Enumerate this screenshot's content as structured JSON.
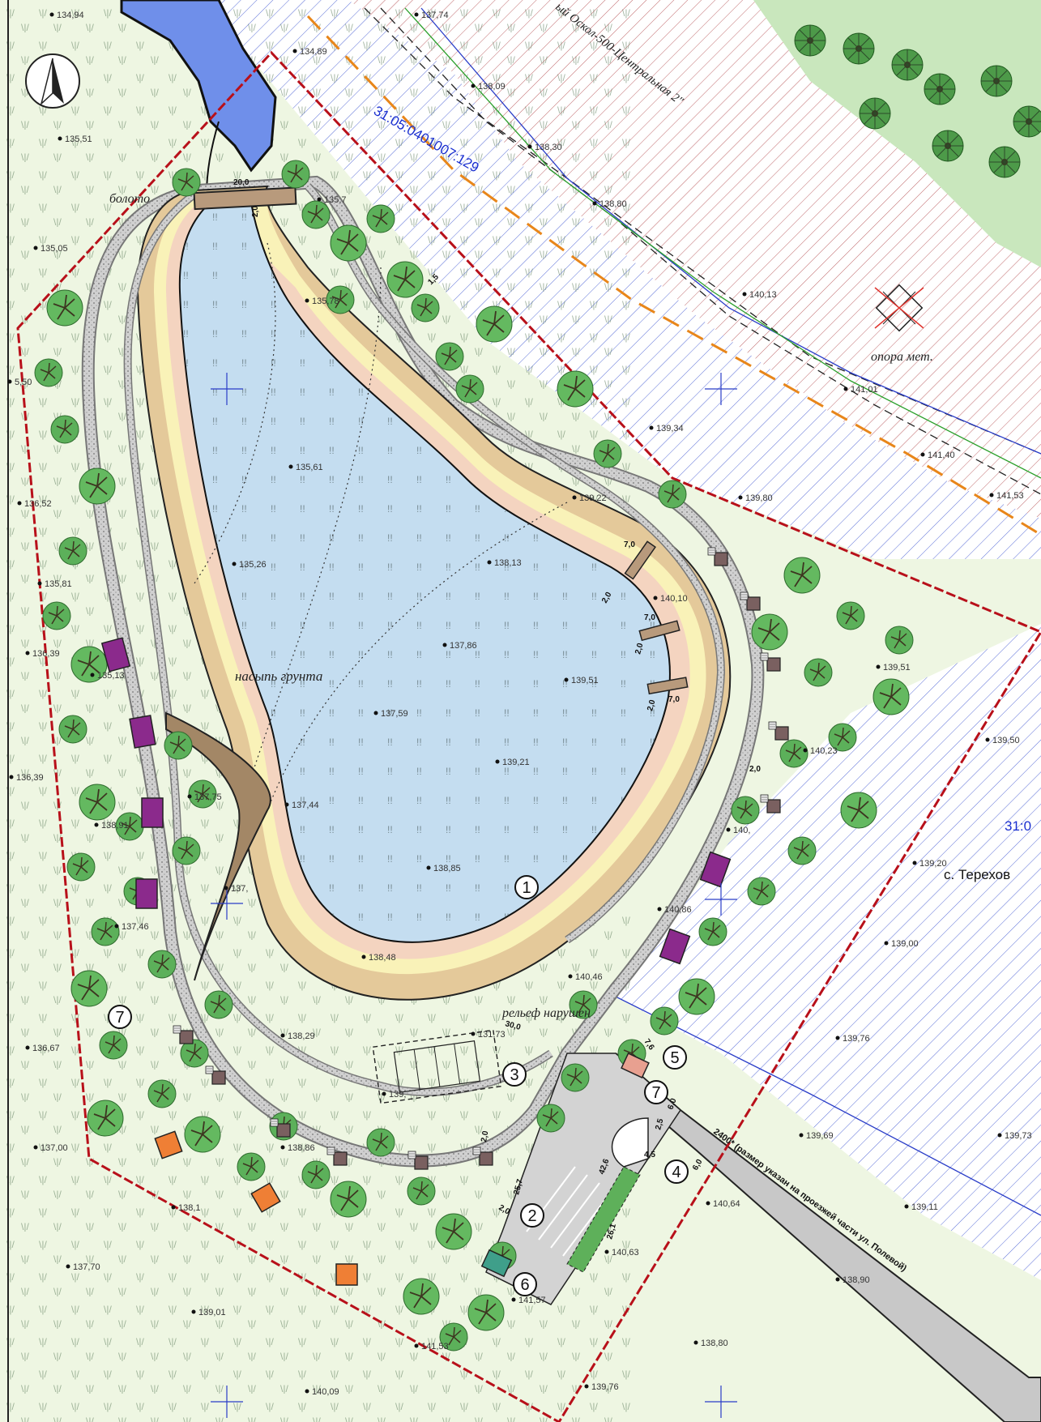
{
  "map": {
    "labels": {
      "fill_label": "насыпь грунта",
      "swamp_label": "болото",
      "support_label": "опора мет.",
      "relief_label": "рельеф нарушен",
      "village_label": "с. Терехов",
      "cadastral_1": "31:05:0401007:129",
      "cadastral_2": "31:0",
      "road_name": "ый Оскол-500-Центральная 2\"",
      "road_dimension": "2400* (размер указан на проезжей части ул. Полевой)"
    },
    "elevations": [
      "134,94",
      "134,89",
      "137,74",
      "138,09",
      "138,30",
      "138,80",
      "135,51",
      "135,7",
      "135,05",
      "135,78",
      "140,13",
      "141,01",
      "139,34",
      "141,40",
      "141,53",
      "139,80",
      "139,22",
      "135,61",
      "136,52",
      "138,13",
      "135,26",
      "135,81",
      "140,10",
      "136,39",
      "135,13",
      "137,86",
      "139,51",
      "139,51",
      "137,59",
      "139,50",
      "139,21",
      "140,23",
      "136,39",
      "137,75",
      "137,44",
      "138,91",
      "140,",
      "139,20",
      "138,85",
      "137,",
      "140,86",
      "137,46",
      "139,00",
      "138,48",
      "140,46",
      "136,67",
      "138,29",
      "131,73",
      "139,76",
      "139,",
      "137,00",
      "138,86",
      "139,69",
      "139,73",
      "138,1",
      "140,64",
      "139,11",
      "140,63",
      "137,70",
      "141,57",
      "138,90",
      "139,01",
      "141,53",
      "138,80",
      "140,09",
      "139,76",
      "5,50"
    ],
    "dimensions": [
      "20,0",
      "2,0",
      "1,5",
      "7,0",
      "2,0",
      "7,0",
      "2,0",
      "7,0",
      "2,0",
      "2,0",
      "30,0",
      "7,6",
      "6,0",
      "2,5",
      "4,5",
      "6,0",
      "2,0",
      "25,7",
      "42,6",
      "2,0",
      "26,1"
    ],
    "markers": [
      "1",
      "2",
      "3",
      "4",
      "5",
      "6",
      "7",
      "7"
    ],
    "colors": {
      "water": "#c4ddf0",
      "river": "#6f8fea",
      "grass": "#eef6e2",
      "path": "#d8d8d8",
      "beach": "#f9f2b8",
      "berm": "#e2cc9e",
      "boundary": "#b8101a",
      "tree": "#5aad58",
      "pavilion": "#8b2a8c",
      "kiosk": "#ef7f35"
    }
  }
}
